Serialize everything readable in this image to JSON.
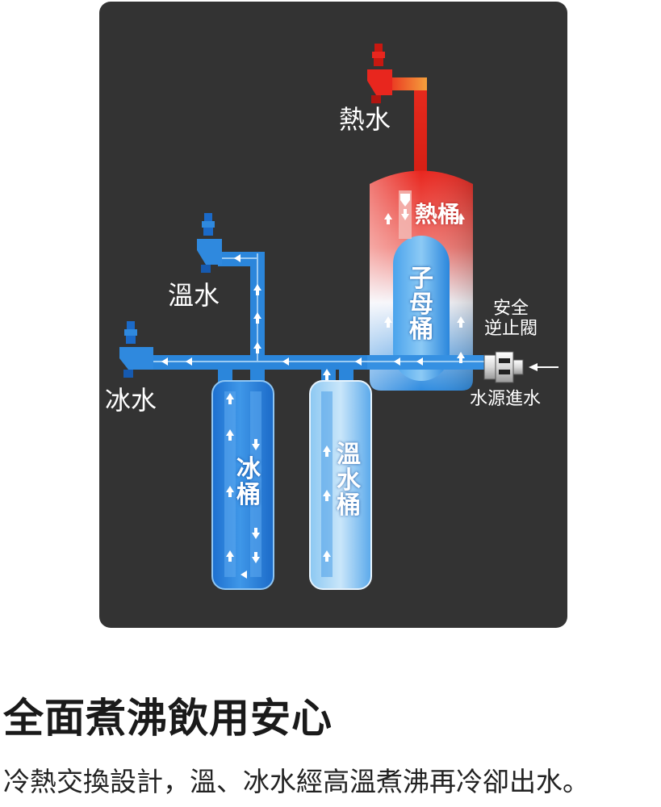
{
  "diagram": {
    "labels": {
      "hot_water": "熱水",
      "warm_water": "溫水",
      "ice_water": "冰水",
      "safety_valve": "安全\n逆止閥",
      "water_inlet": "水源進水",
      "hot_tank": "熱桶",
      "sub_tank": "子母桶",
      "ice_tank": "冰桶",
      "warm_tank": "溫水桶"
    },
    "colors": {
      "panel": "#333333",
      "hot": "#e8261e",
      "cold": "#1c7fd8",
      "pipe_light": "#7ec3f5"
    }
  },
  "text": {
    "heading": "全面煮沸飲用安心",
    "description": "冷熱交換設計，溫、冰水經高溫煮沸再冷卻出水。"
  }
}
